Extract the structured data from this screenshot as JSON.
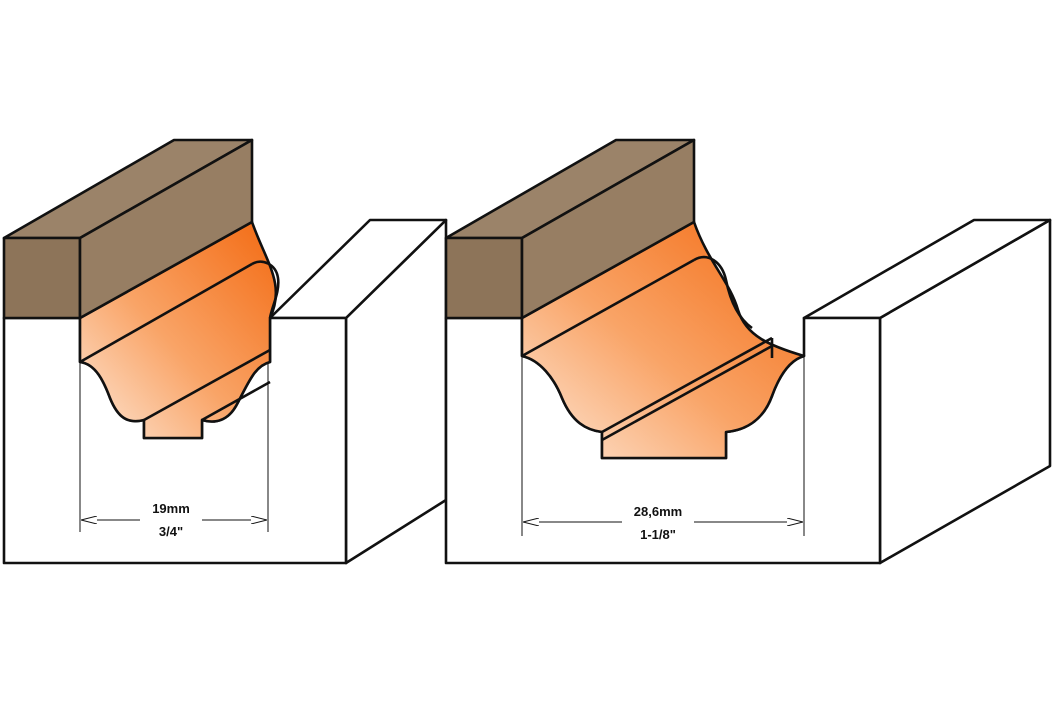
{
  "colors": {
    "wood_top": "#9b8369",
    "wood_front": "#8a7258",
    "cutter_light": "#fde2cc",
    "cutter_dark": "#f36b10",
    "outline": "#111111",
    "workpiece": "#ffffff"
  },
  "profiles": [
    {
      "width_metric": "19mm",
      "width_imperial": "3/4\""
    },
    {
      "width_metric": "28,6mm",
      "width_imperial": "1-1/8\""
    }
  ]
}
